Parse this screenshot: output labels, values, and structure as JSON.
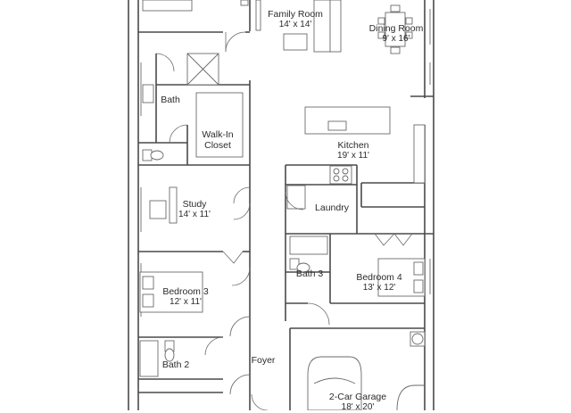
{
  "plan": {
    "rooms": [
      {
        "key": "family_room",
        "name": "Family Room",
        "dims": "14' x 14'"
      },
      {
        "key": "dining_room",
        "name": "Dining Room",
        "dims": "9' x 16'"
      },
      {
        "key": "bath",
        "name": "Bath",
        "dims": ""
      },
      {
        "key": "walk_in_closet",
        "name": "Walk-In\nCloset",
        "dims": ""
      },
      {
        "key": "kitchen",
        "name": "Kitchen",
        "dims": "19' x 11'"
      },
      {
        "key": "study",
        "name": "Study",
        "dims": "14' x 11'"
      },
      {
        "key": "laundry",
        "name": "Laundry",
        "dims": ""
      },
      {
        "key": "bath_3",
        "name": "Bath 3",
        "dims": ""
      },
      {
        "key": "bedroom_4",
        "name": "Bedroom 4",
        "dims": "13' x 12'"
      },
      {
        "key": "bedroom_3",
        "name": "Bedroom 3",
        "dims": "12' x 11'"
      },
      {
        "key": "foyer",
        "name": "Foyer",
        "dims": ""
      },
      {
        "key": "bath_2",
        "name": "Bath 2",
        "dims": ""
      },
      {
        "key": "garage",
        "name": "2-Car Garage",
        "dims": "18' x 20'"
      }
    ]
  }
}
